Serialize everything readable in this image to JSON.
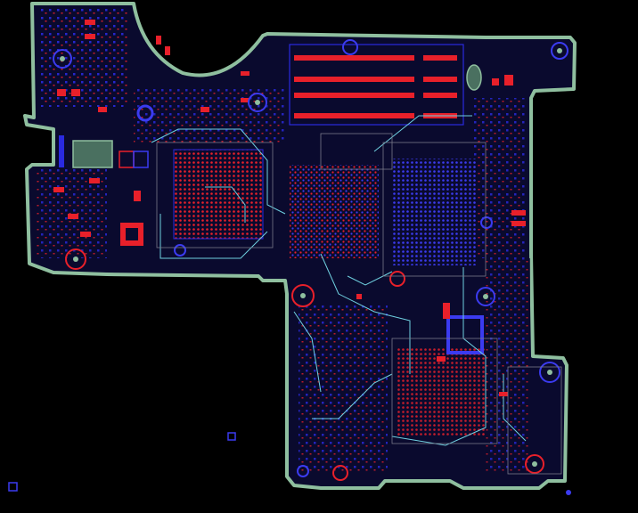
{
  "board": {
    "colors": {
      "background": "#000000",
      "outline": "#8fbf9f",
      "substrate": "#0a0a2e",
      "pad_red": "#e8202a",
      "pad_blue": "#2a2ae0",
      "via_blue": "#4a4aff",
      "trace_cyan": "#6fd0e0",
      "silk_gray": "#7a7a8a"
    },
    "components": [
      {
        "name": "dimm-slot-bank",
        "kind": "ram"
      },
      {
        "name": "cpu-bga",
        "kind": "bga"
      },
      {
        "name": "chipset-bga",
        "kind": "bga"
      },
      {
        "name": "gpu-bga",
        "kind": "bga"
      },
      {
        "name": "southbridge-bga",
        "kind": "bga"
      },
      {
        "name": "ec-chip",
        "kind": "qfp"
      },
      {
        "name": "usb-connector",
        "kind": "connector"
      }
    ]
  }
}
